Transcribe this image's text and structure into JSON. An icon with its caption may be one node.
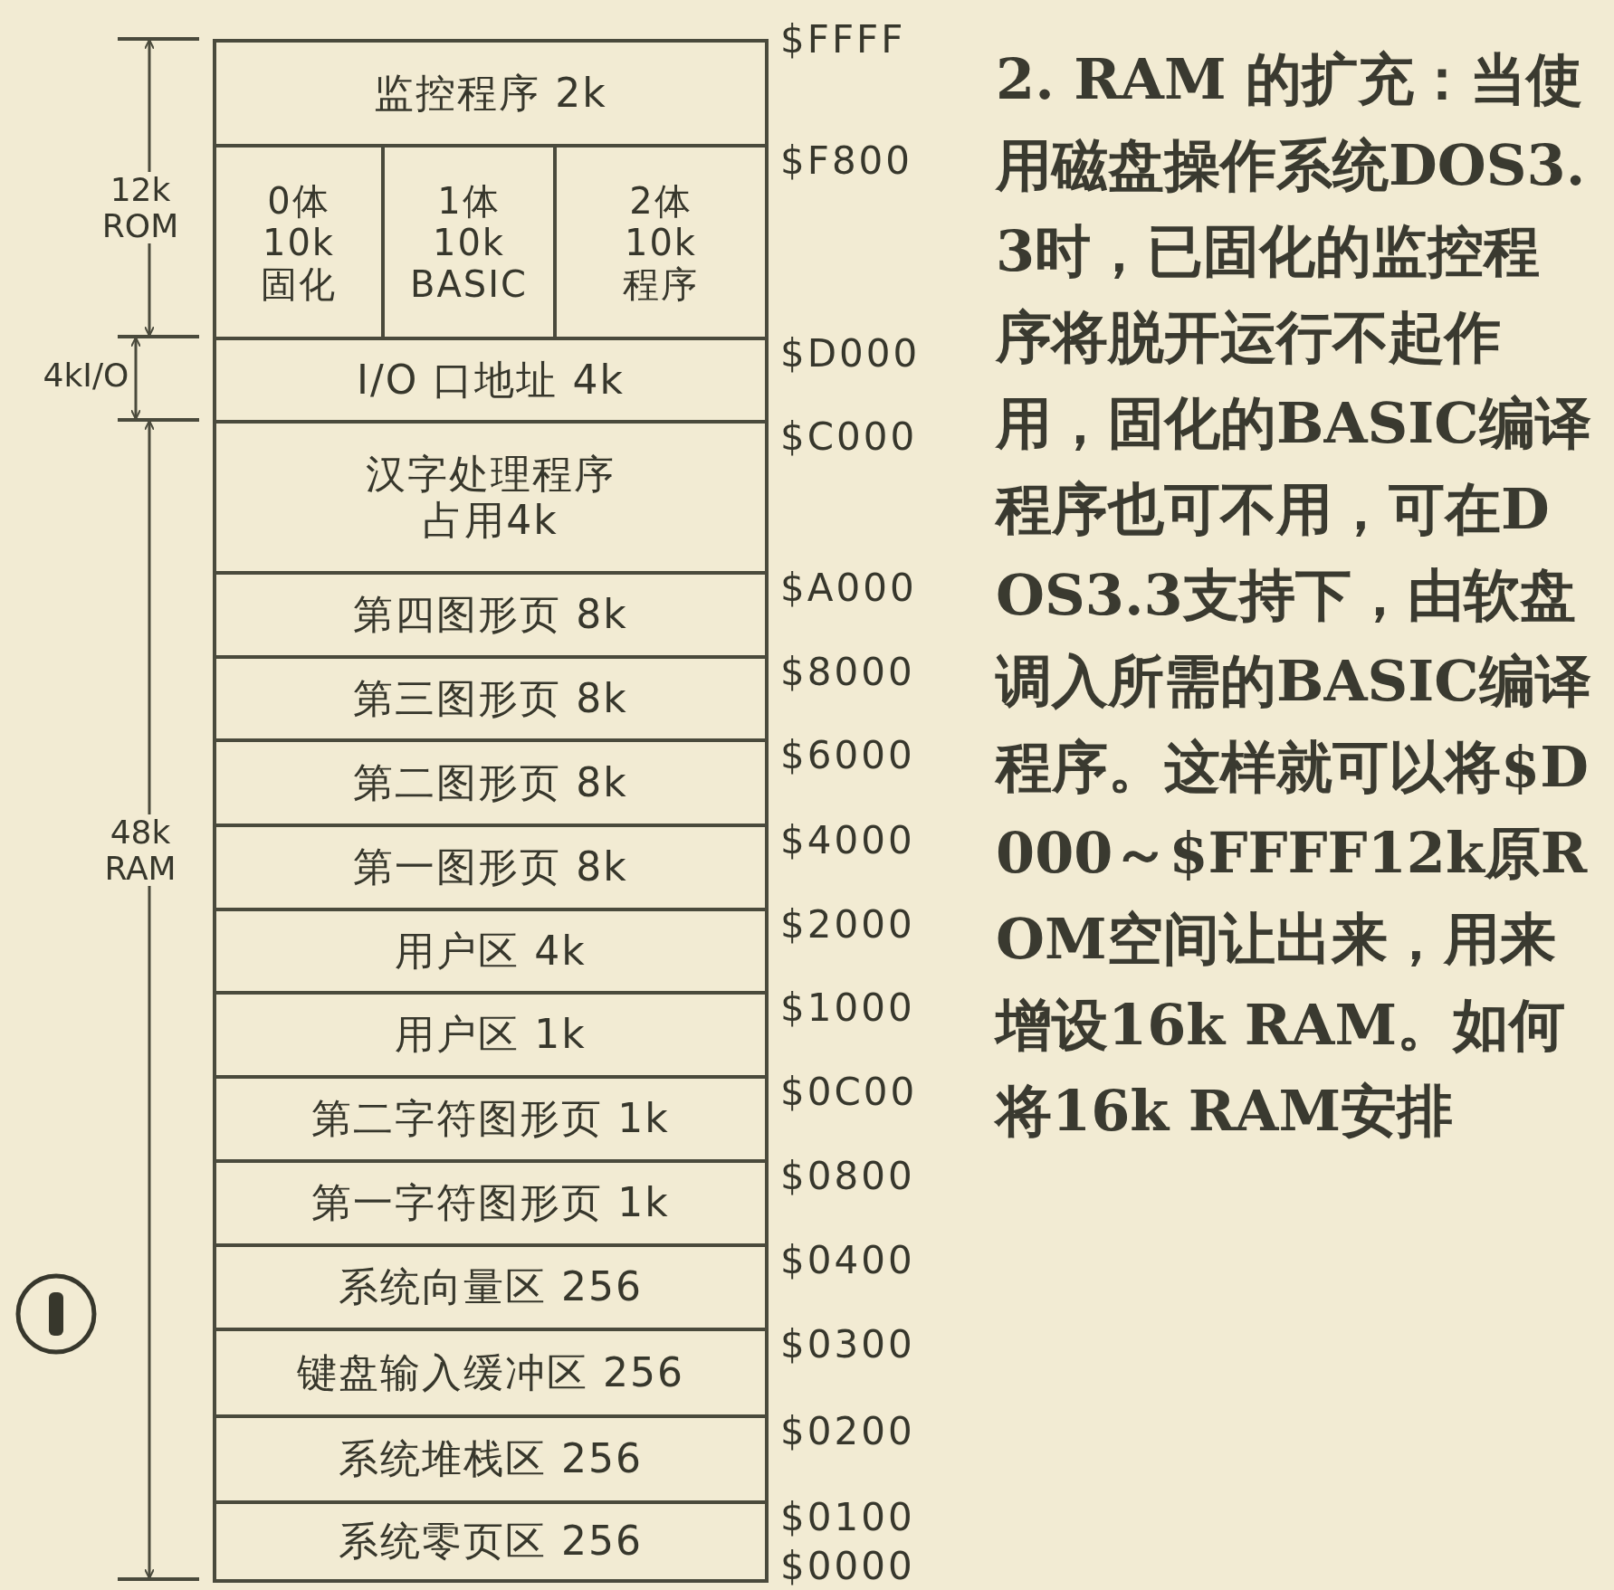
{
  "diagram": {
    "nodes": [
      {
        "text": [
          "监控程序 2k"
        ]
      },
      {
        "text": [
          "0体 10k 固化"
        ]
      },
      {
        "text": [
          "1体 10k BASIC"
        ]
      },
      {
        "text": [
          "2体 10k 程序"
        ]
      },
      {
        "text": [
          "I/O 口地址 4k"
        ]
      },
      {
        "text": [
          "汉字处理程序占用4k"
        ]
      },
      {
        "text": [
          "第四图形页 8k"
        ]
      },
      {
        "text": [
          "第三图形页 8k"
        ]
      },
      {
        "text": [
          "第二图形页 8k"
        ]
      },
      {
        "text": [
          "第一图形页 8k"
        ]
      },
      {
        "text": [
          "用户区 4k"
        ]
      },
      {
        "text": [
          "用户区 1k"
        ]
      },
      {
        "text": [
          "第二字符图形页 1k"
        ]
      },
      {
        "text": [
          "第一字符图形页 1k"
        ]
      },
      {
        "text": [
          "系统向量区 256"
        ]
      },
      {
        "text": [
          "键盘输入缓冲区 256"
        ]
      },
      {
        "text": [
          "系统堆栈区 256"
        ]
      },
      {
        "text": [
          "系统零页区 256"
        ]
      }
    ],
    "edges": [],
    "labels": [
      "12k ROM",
      "4kI/O",
      "48k RAM",
      "$FFFF",
      "$F800",
      "$D000",
      "$C000",
      "$A000",
      "$8000",
      "$6000",
      "$4000",
      "$2000",
      "$1000",
      "$0C00",
      "$0800",
      "$0400",
      "$0300",
      "$0200",
      "$0100",
      "$0000",
      "2. RAM 的扩充：当使用磁盘操作系统DOS3.3时，已固化的监控程序将脱开运行不起作用，固化的BASIC编译程序也可不用，可在DOS3.3支持下，由软盘调入所需的BASIC编译程序。这样就可以将$D000～$FFFF12k原ROM空间让出来，用来增设16k RAM。如何将16k RAM安排"
    ]
  }
}
